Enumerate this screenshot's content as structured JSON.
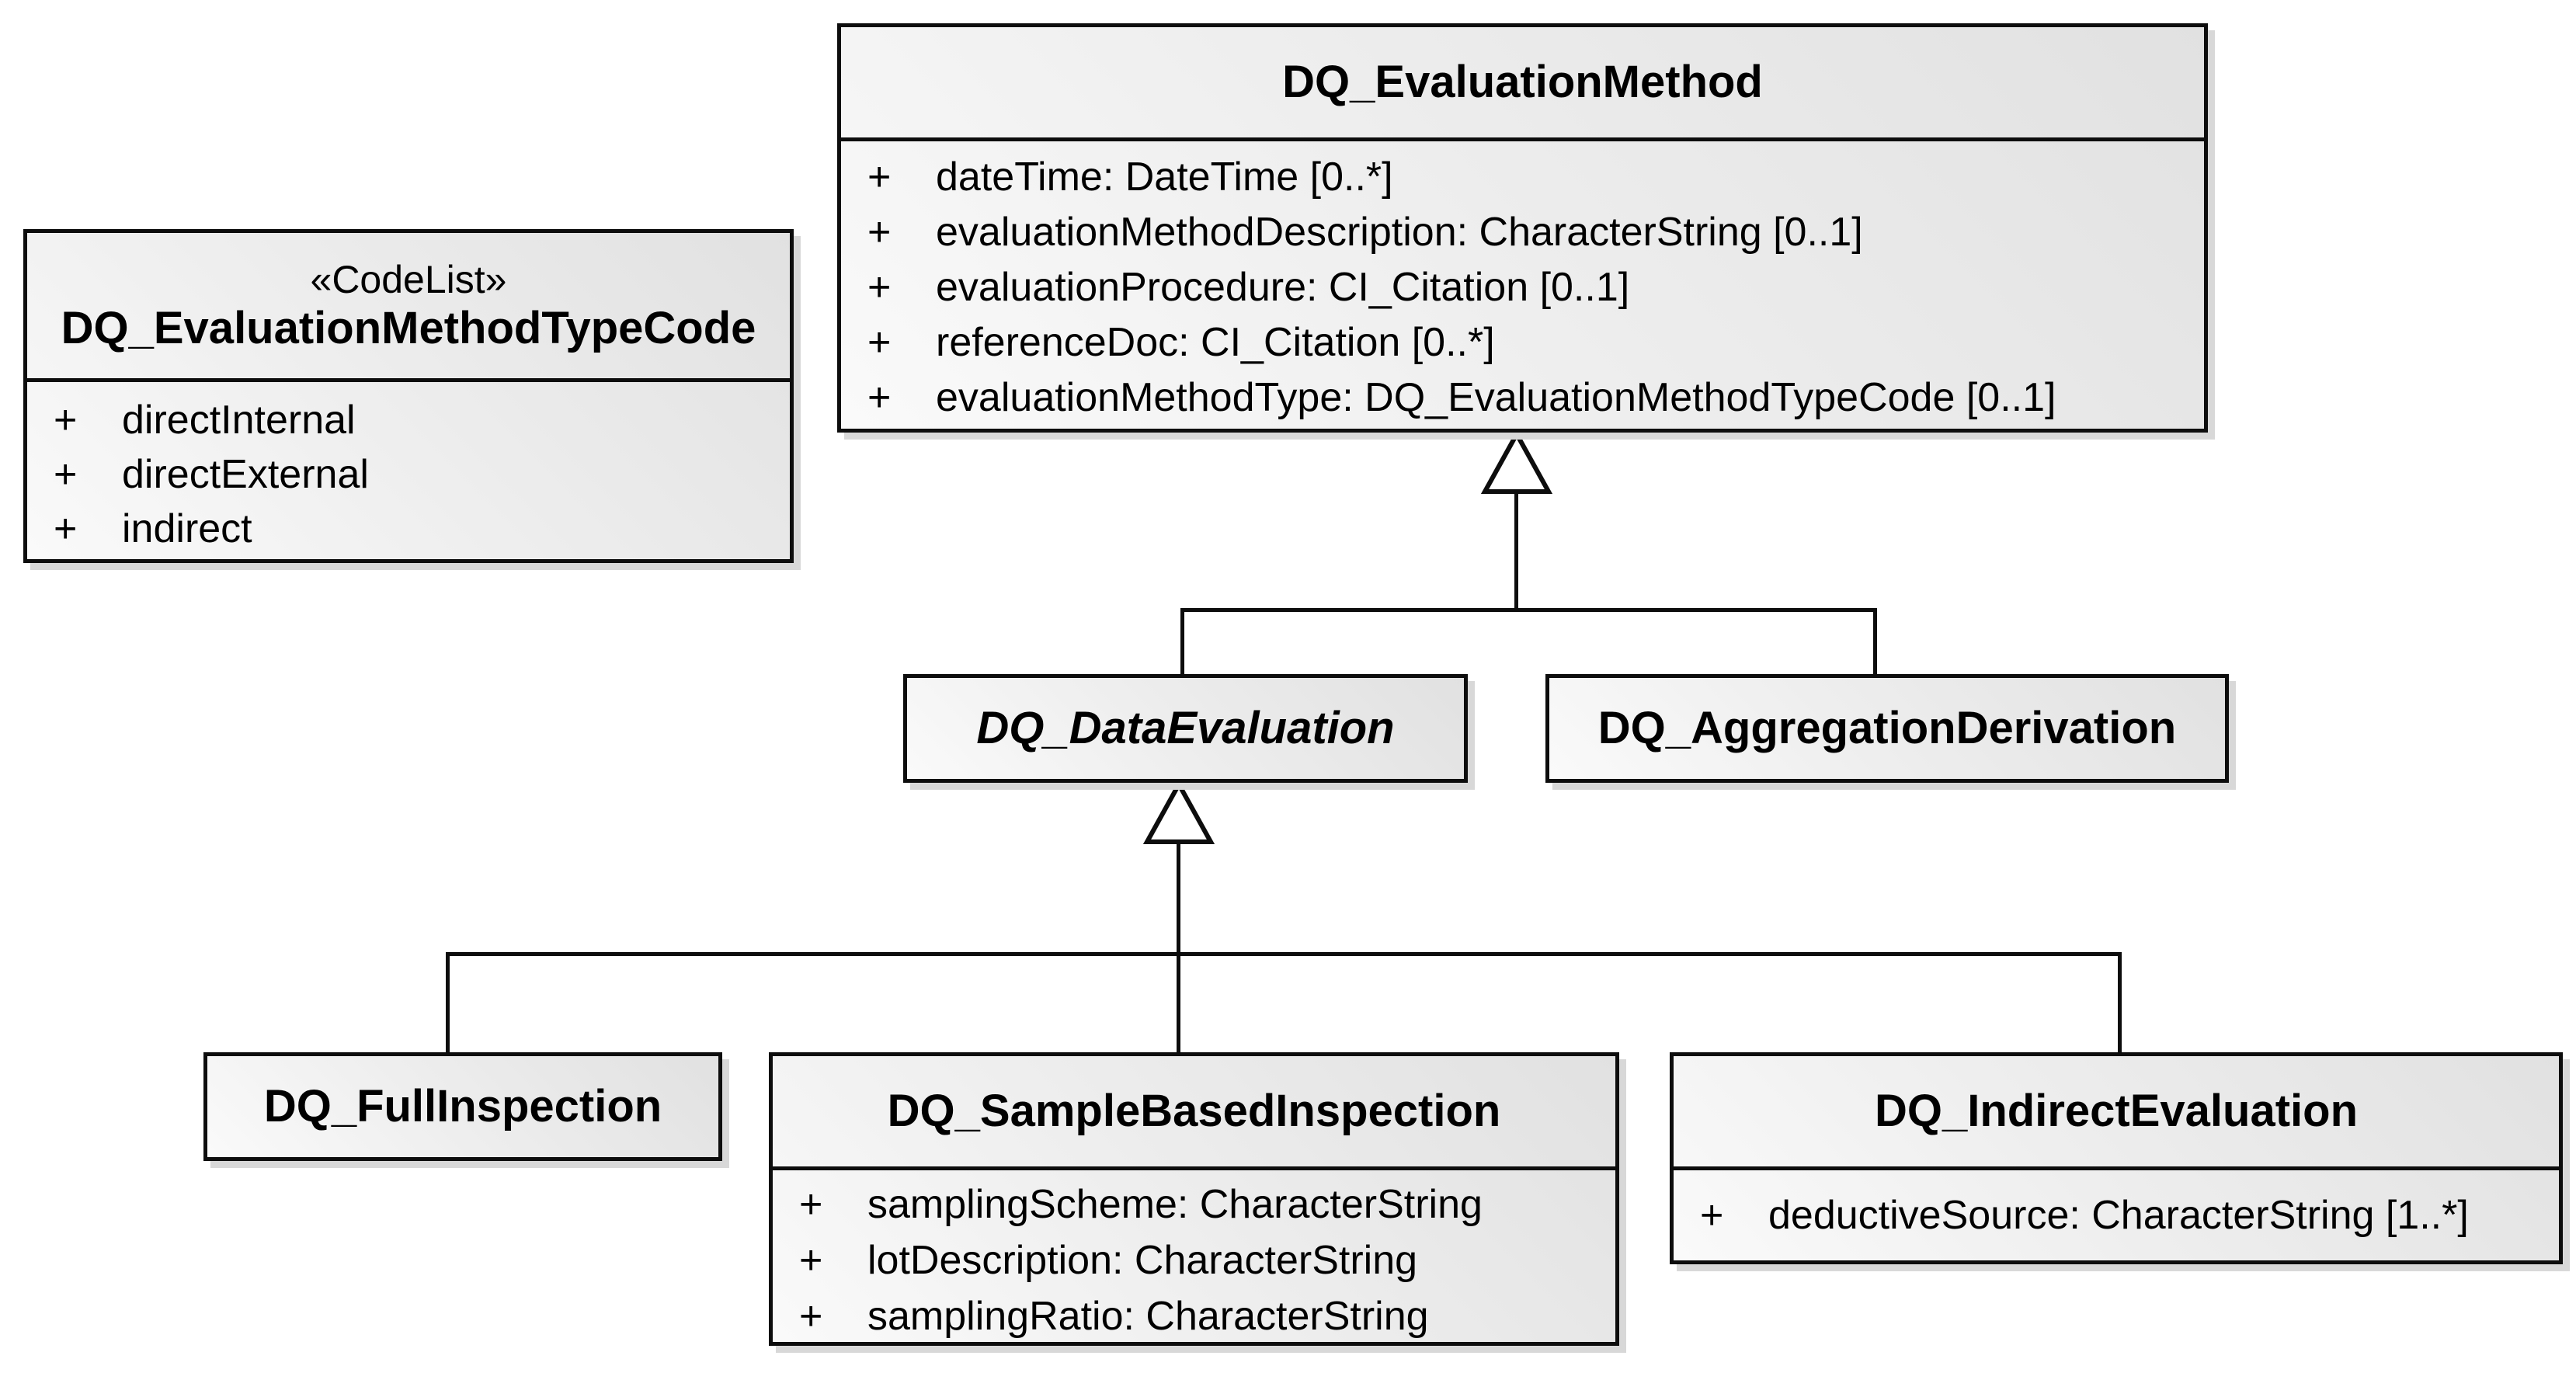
{
  "diagram": {
    "kind": "UML class diagram",
    "background_color": "#ffffff",
    "line_color": "#0d0d0d",
    "box_fill_light": "#fafafa",
    "box_fill_dark": "#e1e1e1",
    "shadow_color": "#d8d8d8"
  },
  "classes": {
    "evaluation_method": {
      "name": "DQ_EvaluationMethod",
      "attributes": [
        {
          "visibility": "+",
          "text": "dateTime: DateTime [0..*]"
        },
        {
          "visibility": "+",
          "text": "evaluationMethodDescription: CharacterString [0..1]"
        },
        {
          "visibility": "+",
          "text": "evaluationProcedure: CI_Citation [0..1]"
        },
        {
          "visibility": "+",
          "text": "referenceDoc: CI_Citation [0..*]"
        },
        {
          "visibility": "+",
          "text": "evaluationMethodType: DQ_EvaluationMethodTypeCode [0..1]"
        }
      ]
    },
    "method_type_code": {
      "stereotype": "«CodeList»",
      "name": "DQ_EvaluationMethodTypeCode",
      "attributes": [
        {
          "visibility": "+",
          "text": "directInternal"
        },
        {
          "visibility": "+",
          "text": "directExternal"
        },
        {
          "visibility": "+",
          "text": "indirect"
        }
      ]
    },
    "data_evaluation": {
      "name": "DQ_DataEvaluation",
      "abstract": true
    },
    "aggregation_derivation": {
      "name": "DQ_AggregationDerivation"
    },
    "full_inspection": {
      "name": "DQ_FullInspection"
    },
    "sample_based_inspection": {
      "name": "DQ_SampleBasedInspection",
      "attributes": [
        {
          "visibility": "+",
          "text": "samplingScheme: CharacterString"
        },
        {
          "visibility": "+",
          "text": "lotDescription: CharacterString"
        },
        {
          "visibility": "+",
          "text": "samplingRatio: CharacterString"
        }
      ]
    },
    "indirect_evaluation": {
      "name": "DQ_IndirectEvaluation",
      "attributes": [
        {
          "visibility": "+",
          "text": "deductiveSource: CharacterString [1..*]"
        }
      ]
    }
  },
  "relations": [
    {
      "type": "generalization",
      "parent": "DQ_EvaluationMethod",
      "children": [
        "DQ_DataEvaluation",
        "DQ_AggregationDerivation"
      ]
    },
    {
      "type": "generalization",
      "parent": "DQ_DataEvaluation",
      "children": [
        "DQ_FullInspection",
        "DQ_SampleBasedInspection",
        "DQ_IndirectEvaluation"
      ]
    }
  ]
}
